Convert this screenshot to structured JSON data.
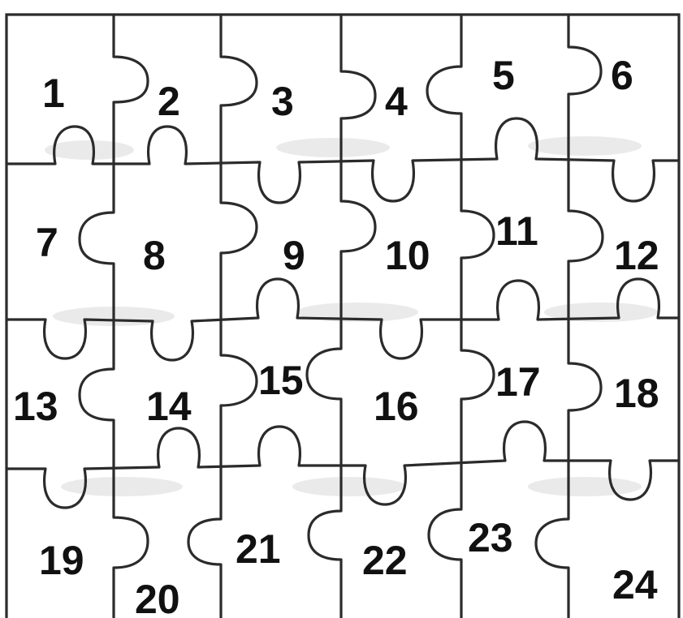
{
  "puzzle": {
    "rows": 4,
    "cols": 6,
    "pieces": [
      {
        "label": "1"
      },
      {
        "label": "2"
      },
      {
        "label": "3"
      },
      {
        "label": "4"
      },
      {
        "label": "5"
      },
      {
        "label": "6"
      },
      {
        "label": "7"
      },
      {
        "label": "8"
      },
      {
        "label": "9"
      },
      {
        "label": "10"
      },
      {
        "label": "11"
      },
      {
        "label": "12"
      },
      {
        "label": "13"
      },
      {
        "label": "14"
      },
      {
        "label": "15"
      },
      {
        "label": "16"
      },
      {
        "label": "17"
      },
      {
        "label": "18"
      },
      {
        "label": "19"
      },
      {
        "label": "20"
      },
      {
        "label": "21"
      },
      {
        "label": "22"
      },
      {
        "label": "23"
      },
      {
        "label": "24"
      }
    ],
    "colors": {
      "line": "#2b2b2b",
      "text": "#111111",
      "background": "#ffffff"
    }
  }
}
